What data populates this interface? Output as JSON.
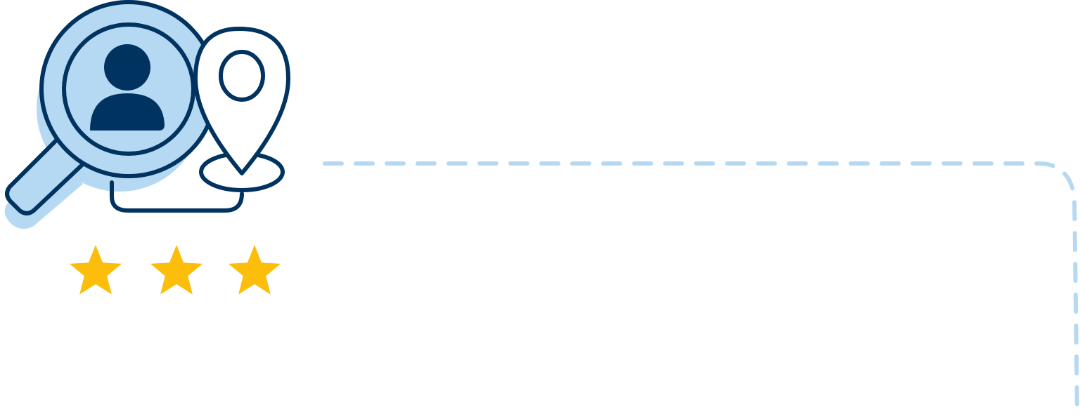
{
  "illustration": {
    "subject": "local-search-people-location",
    "icons": [
      "magnifier-icon",
      "person-icon",
      "location-pin-icon"
    ],
    "rating": {
      "filled_stars": 3,
      "max_stars": 3
    }
  },
  "colors": {
    "navy": "#00335f",
    "light_blue": "#b6d9f3",
    "dash_blue": "#b6d9f3",
    "star_gold": "#fdbd0b",
    "white": "#ffffff"
  }
}
